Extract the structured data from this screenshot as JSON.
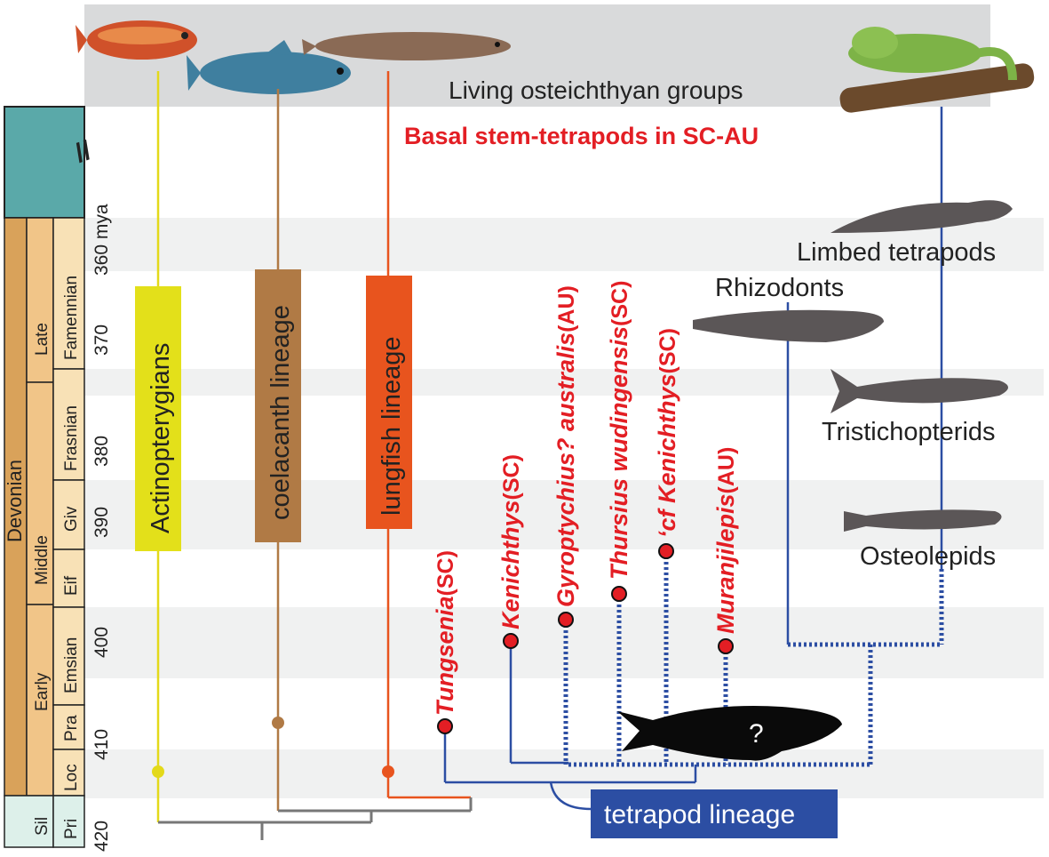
{
  "header": {
    "living_groups_label": "Living osteichthyan groups",
    "basal_title": "Basal stem-tetrapods in SC-AU"
  },
  "timescale": {
    "era_label": "Devonian",
    "period_label": "Sil",
    "epochs": [
      "Early",
      "Middle",
      "Late"
    ],
    "stages": [
      "Famennian",
      "Frasnian",
      "Giv",
      "Eif",
      "Emsian",
      "Pra",
      "Loc",
      "Pri"
    ],
    "mya_ticks": [
      "360 mya",
      "370",
      "380",
      "390",
      "400",
      "410",
      "420"
    ],
    "break_mark": "//"
  },
  "lineages": [
    {
      "name": "Actinopterygians",
      "color": "#ffff00"
    },
    {
      "name": "coelacanth lineage",
      "color": "#b07a45"
    },
    {
      "name": "lungfish lineage",
      "color": "#e8541e"
    }
  ],
  "stem_taxa": [
    {
      "genus": "Tungsenia",
      "loc": "(SC)"
    },
    {
      "genus": "Kenichthys",
      "loc": "(SC)"
    },
    {
      "genus": "Gyroptychius? australis",
      "loc": "(AU)"
    },
    {
      "genus": "Thursius wudingensis",
      "loc": "(SC)"
    },
    {
      "genus": "‘cf Kenichthys",
      "loc": "(SC)"
    },
    {
      "genus": "Muranjilepis",
      "loc": "(AU)"
    }
  ],
  "clades": {
    "limbed": "Limbed tetrapods",
    "rhizodonts": "Rhizodonts",
    "tristichopterids": "Tristichopterids",
    "osteolepids": "Osteolepids",
    "unknown_mark": "?"
  },
  "tetrapod_lineage_label": "tetrapod lineage",
  "colors": {
    "red": "#e31e24",
    "blue": "#2c4ea3",
    "band": "#f0f1f1",
    "top_band": "#d9dadb",
    "teal": "#5aa9a9",
    "devonian": "#d9a25a",
    "epoch": "#f1c588",
    "stage": "#f8e1b6",
    "silurian": "#ddf0ea"
  }
}
